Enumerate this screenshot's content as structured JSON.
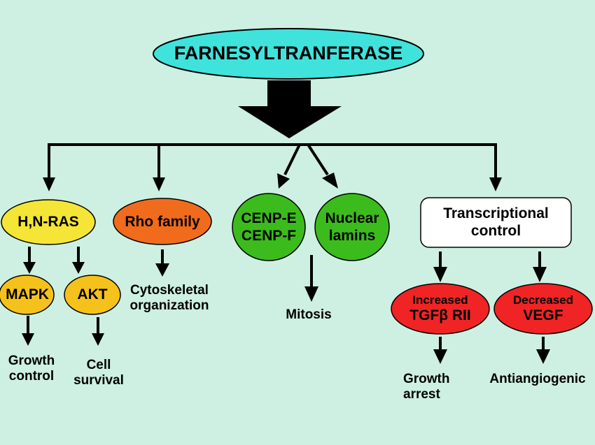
{
  "title": "FARNESYLTRANFERASE",
  "colors": {
    "background": "#cdf0e2",
    "title_fill": "#3fe3dc",
    "ras_fill": "#f5e536",
    "kinase_fill": "#f5c21b",
    "rho_fill": "#f16b1d",
    "green_fill": "#3cbb1c",
    "red_fill": "#f02424",
    "box_fill": "#ffffff"
  },
  "nodes": {
    "hnras": "H,N-RAS",
    "mapk": "MAPK",
    "akt": "AKT",
    "rho": "Rho family",
    "cenp": [
      "CENP-E",
      "CENP-F"
    ],
    "lamins": [
      "Nuclear",
      "lamins"
    ],
    "transcriptional": [
      "Transcriptional",
      "control"
    ],
    "tgfb": [
      "Increased",
      "TGFβ RII"
    ],
    "vegf": [
      "Decreased",
      "VEGF"
    ]
  },
  "outcomes": {
    "growth_control": [
      "Growth",
      "control"
    ],
    "cell_survival": [
      "Cell",
      "survival"
    ],
    "cytoskeletal": [
      "Cytoskeletal",
      "organization"
    ],
    "mitosis": "Mitosis",
    "growth_arrest": [
      "Growth",
      "arrest"
    ],
    "antiangiogenic": "Antiangiogenic"
  }
}
